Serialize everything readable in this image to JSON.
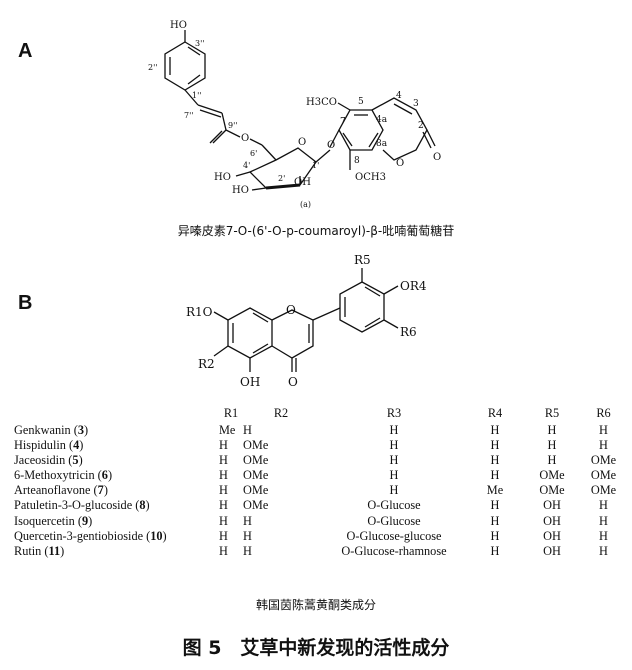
{
  "panel_a": {
    "label": "A",
    "atoms": {
      "oh_top": "HO",
      "p3pp": "3''",
      "p2pp": "2''",
      "p1pp": "1''",
      "p7pp": "7''",
      "p9pp": "9''",
      "o_ester": "O",
      "p6p": "6'",
      "ring_o": "O",
      "p1p": "1'",
      "p4p": "4'",
      "ho_left": "HO",
      "ho_bottom": "HO",
      "p2p": "2'",
      "oh_right": "OH",
      "link_o": "O",
      "h3co": "H3CO",
      "n5": "5",
      "n4": "4",
      "n4a": "4a",
      "n3": "3",
      "n2": "2",
      "n7": "7",
      "n8": "8",
      "n8a": "8a",
      "lactone_o": "O",
      "carbonyl_o": "O",
      "och3": "OCH3",
      "tag": "(a)"
    },
    "caption": "异嗪皮素7-O-(6'-O-p-coumaroyl)-β-吡喃葡萄糖苷"
  },
  "panel_b": {
    "label": "B",
    "atoms": {
      "r5": "R5",
      "or4": "OR4",
      "r1o": "R1O",
      "o_ring": "O",
      "r6": "R6",
      "r2": "R2",
      "oh": "OH",
      "o_keto": "O"
    },
    "table": {
      "headers": [
        "R1",
        "R2",
        "R3",
        "R4",
        "R5",
        "R6"
      ],
      "rows": [
        {
          "name": "Genkwanin",
          "num": "3",
          "r1": "Me",
          "r2": "H",
          "r3": "H",
          "r4": "H",
          "r5": "H",
          "r6": "H"
        },
        {
          "name": "Hispidulin",
          "num": "4",
          "r1": "H",
          "r2": "OMe",
          "r3": "H",
          "r4": "H",
          "r5": "H",
          "r6": "H"
        },
        {
          "name": "Jaceosidin",
          "num": "5",
          "r1": "H",
          "r2": "OMe",
          "r3": "H",
          "r4": "H",
          "r5": "H",
          "r6": "OMe"
        },
        {
          "name": "6-Methoxytricin",
          "num": "6",
          "r1": "H",
          "r2": "OMe",
          "r3": "H",
          "r4": "H",
          "r5": "OMe",
          "r6": "OMe"
        },
        {
          "name": "Arteanoflavone",
          "num": "7",
          "r1": "H",
          "r2": "OMe",
          "r3": "H",
          "r4": "Me",
          "r5": "OMe",
          "r6": "OMe"
        },
        {
          "name": "Patuletin-3-O-glucoside",
          "num": "8",
          "r1": "H",
          "r2": "OMe",
          "r3": "O-Glucose",
          "r4": "H",
          "r5": "OH",
          "r6": "H"
        },
        {
          "name": "Isoquercetin",
          "num": "9",
          "r1": "H",
          "r2": "H",
          "r3": "O-Glucose",
          "r4": "H",
          "r5": "OH",
          "r6": "H"
        },
        {
          "name": "Quercetin-3-gentiobioside",
          "num": "10",
          "r1": "H",
          "r2": "H",
          "r3": "O-Glucose-glucose",
          "r4": "H",
          "r5": "OH",
          "r6": "H"
        },
        {
          "name": "Rutin",
          "num": "11",
          "r1": "H",
          "r2": "H",
          "r3": "O-Glucose-rhamnose",
          "r4": "H",
          "r5": "OH",
          "r6": "H"
        }
      ]
    },
    "caption": "韩国茵陈蒿黄酮类成分"
  },
  "figure_caption": "图 5　艾草中新发现的活性成分"
}
